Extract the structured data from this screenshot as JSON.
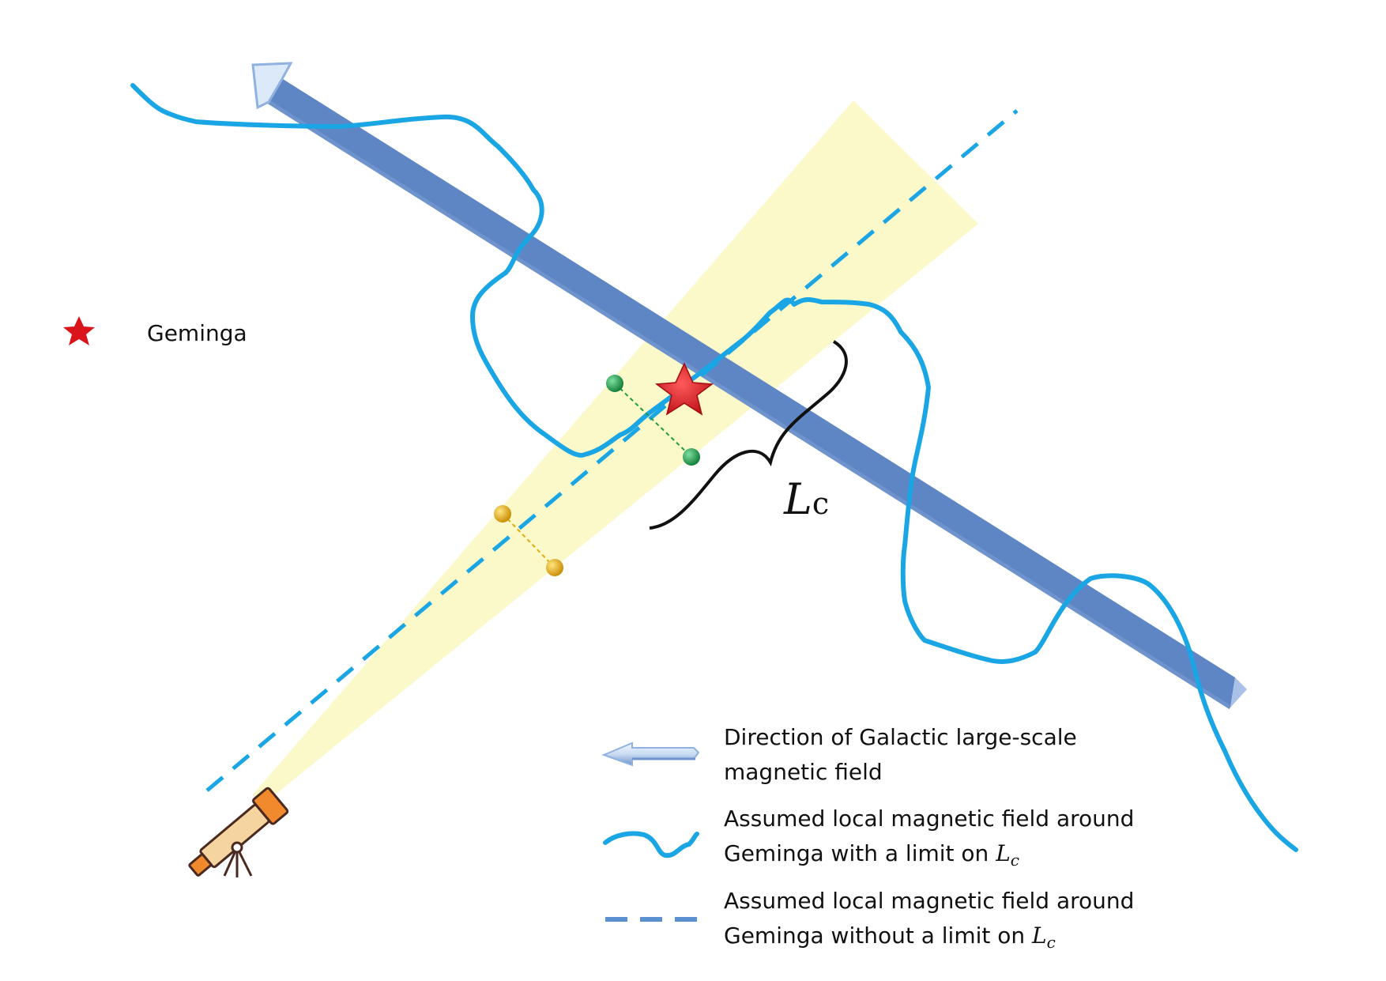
{
  "diagram": {
    "star_label": "Geminga",
    "lc_label": {
      "main": "L",
      "sub": "c"
    }
  },
  "legend": {
    "items": [
      {
        "lines": [
          "Direction of Galactic large-scale",
          "magnetic field"
        ],
        "symbol": "arrow-icon"
      },
      {
        "lines": [
          "Assumed local magnetic field around",
          "Geminga with a limit on "
        ],
        "math": "L",
        "math_sub": "c",
        "symbol": "wavy-line-icon"
      },
      {
        "lines": [
          "Assumed local magnetic field around",
          "Geminga without a limit on "
        ],
        "math": "L",
        "math_sub": "c",
        "symbol": "dashed-line-icon"
      }
    ]
  },
  "colors": {
    "field_line": "#1aa6e4",
    "large_scale_arrow": "#c9dcf2",
    "arrow_edge": "#6f93cc",
    "cone": "#fbf8c3",
    "star": "#d9141b",
    "green_particle": "#1f9a4a",
    "yellow_particle": "#e2ac0c",
    "telescope": "#f08a2c"
  }
}
